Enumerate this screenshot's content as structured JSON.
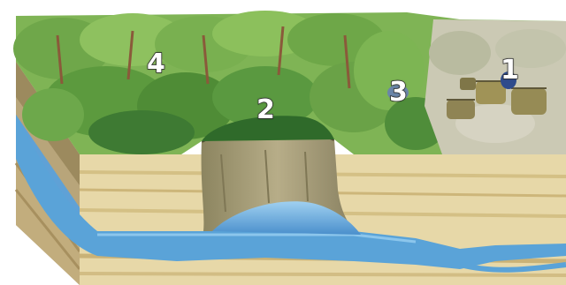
{
  "labels": {
    "one": "1",
    "two": "2",
    "three": "3",
    "four": "4"
  },
  "colors": {
    "forest": "#6fa74a",
    "forest_dark": "#3e7a33",
    "water": "#5aa3d8",
    "sediment": "#e6d7a7",
    "sinkhole_wall": "#a09673",
    "rocky_ground": "#c9c7b2"
  }
}
